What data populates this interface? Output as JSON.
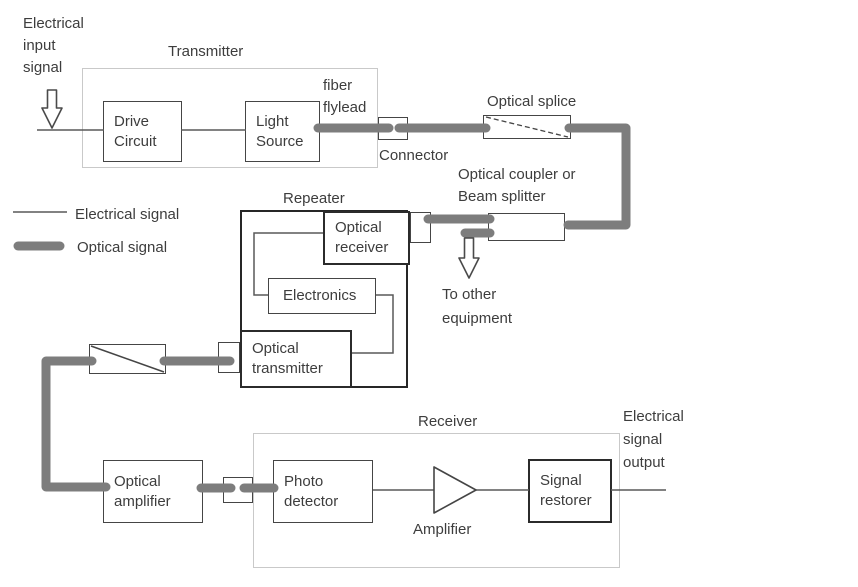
{
  "colors": {
    "optical_signal": "#7d7d7d",
    "electrical_signal": "#595959",
    "box_border": "#454545",
    "container_border": "#c9c9c9",
    "text": "#3d3d3d"
  },
  "legend": {
    "electrical": "Electrical signal",
    "optical": "Optical signal"
  },
  "labels": {
    "electrical_input": [
      "Electrical",
      "input",
      "signal"
    ],
    "transmitter": "Transmitter",
    "fiber_flylead": [
      "fiber",
      "flylead"
    ],
    "connector": "Connector",
    "optical_splice": "Optical splice",
    "optical_coupler": [
      "Optical coupler or",
      "Beam splitter"
    ],
    "to_other_equipment": [
      "To other",
      "equipment"
    ],
    "repeater": "Repeater",
    "receiver": "Receiver",
    "amplifier": "Amplifier",
    "electrical_output": [
      "Electrical",
      "signal",
      "output"
    ]
  },
  "blocks": {
    "drive_circuit": [
      "Drive",
      "Circuit"
    ],
    "light_source": [
      "Light",
      "Source"
    ],
    "optical_receiver": [
      "Optical",
      "receiver"
    ],
    "electronics": [
      "Electronics"
    ],
    "optical_transmitter": [
      "Optical",
      "transmitter"
    ],
    "optical_amplifier": [
      "Optical",
      "amplifier"
    ],
    "photo_detector": [
      "Photo",
      "detector"
    ],
    "signal_restorer": [
      "Signal",
      "restorer"
    ]
  }
}
